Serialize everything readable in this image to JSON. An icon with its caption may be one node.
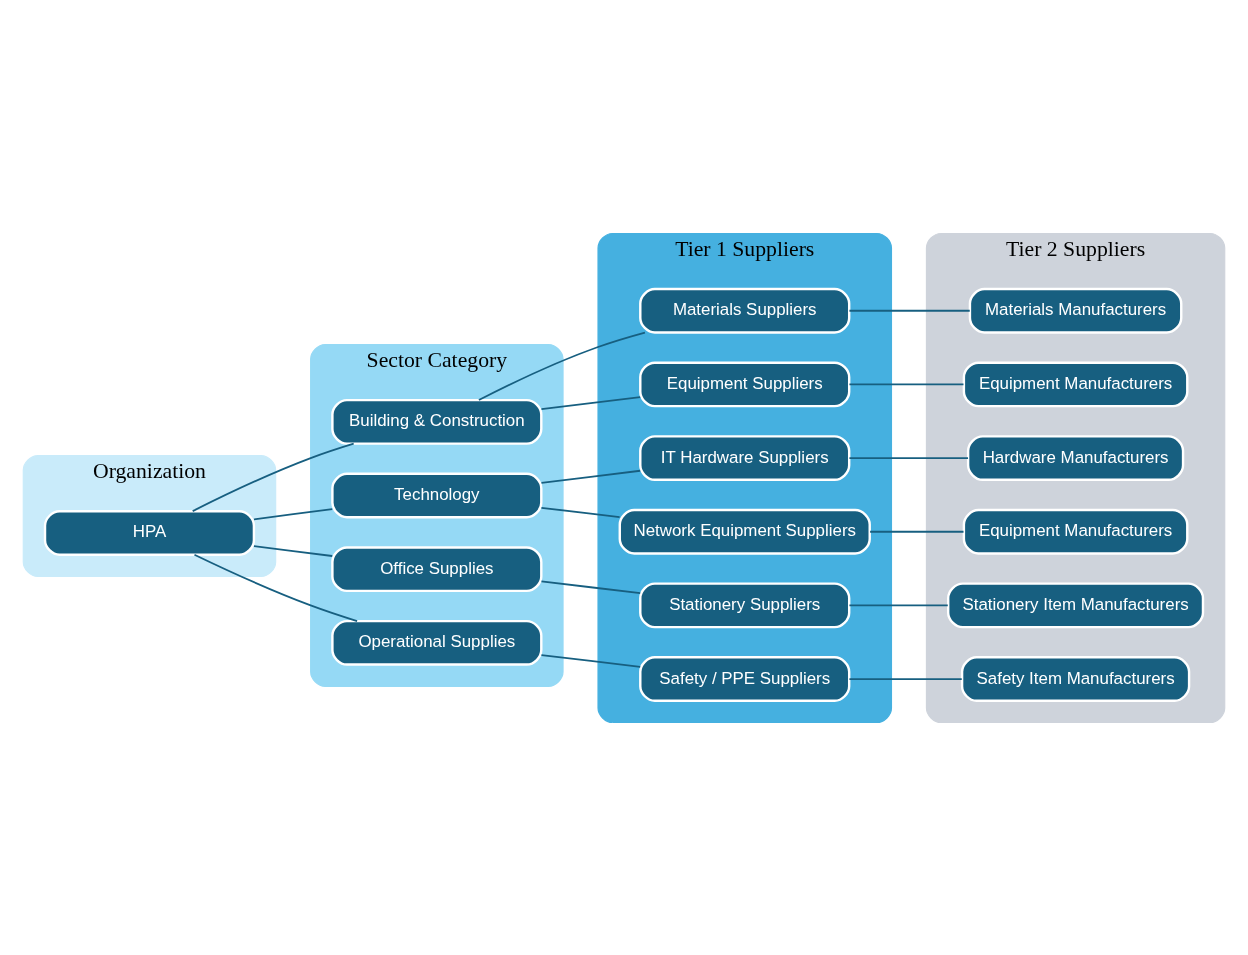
{
  "diagram": {
    "nodes": [
      {
        "text": [
          "Organization"
        ]
      },
      {
        "text": [
          "HPA"
        ],
        "in": 0
      },
      {
        "text": [
          "Sector Category"
        ]
      },
      {
        "text": [
          "Building & Construction"
        ],
        "in": 2
      },
      {
        "text": [
          "Technology"
        ],
        "in": 2
      },
      {
        "text": [
          "Office Supplies"
        ],
        "in": 2
      },
      {
        "text": [
          "Operational Supplies"
        ],
        "in": 2
      },
      {
        "text": [
          "Tier 1 Suppliers"
        ]
      },
      {
        "text": [
          "Materials Suppliers"
        ],
        "in": 7
      },
      {
        "text": [
          "Equipment Suppliers"
        ],
        "in": 7
      },
      {
        "text": [
          "IT Hardware Suppliers"
        ],
        "in": 7
      },
      {
        "text": [
          "Network Equipment Suppliers"
        ],
        "in": 7
      },
      {
        "text": [
          "Stationery Suppliers"
        ],
        "in": 7
      },
      {
        "text": [
          "Safety / PPE Suppliers"
        ],
        "in": 7
      },
      {
        "text": [
          "Tier 2 Suppliers"
        ]
      },
      {
        "text": [
          "Materials Manufacturers"
        ],
        "in": 14
      },
      {
        "text": [
          "Equipment Manufacturers"
        ],
        "in": 14
      },
      {
        "text": [
          "Hardware Manufacturers"
        ],
        "in": 14
      },
      {
        "text": [
          "Equipment Manufacturers"
        ],
        "in": 14
      },
      {
        "text": [
          "Stationery Item Manufacturers"
        ],
        "in": 14
      },
      {
        "text": [
          "Safety Item Manufacturers"
        ],
        "in": 14
      }
    ],
    "edges": [
      {
        "from": 1,
        "to": 3,
        "arrow": "none"
      },
      {
        "from": 1,
        "to": 4,
        "arrow": "none"
      },
      {
        "from": 1,
        "to": 5,
        "arrow": "none"
      },
      {
        "from": 1,
        "to": 6,
        "arrow": "none"
      },
      {
        "from": 3,
        "to": 8,
        "arrow": "none"
      },
      {
        "from": 3,
        "to": 9,
        "arrow": "none"
      },
      {
        "from": 4,
        "to": 10,
        "arrow": "none"
      },
      {
        "from": 4,
        "to": 11,
        "arrow": "none"
      },
      {
        "from": 5,
        "to": 12,
        "arrow": "none"
      },
      {
        "from": 6,
        "to": 13,
        "arrow": "none"
      },
      {
        "from": 8,
        "to": 15,
        "arrow": "none"
      },
      {
        "from": 9,
        "to": 16,
        "arrow": "none"
      },
      {
        "from": 10,
        "to": 17,
        "arrow": "none"
      },
      {
        "from": 11,
        "to": 18,
        "arrow": "none"
      },
      {
        "from": 12,
        "to": 19,
        "arrow": "none"
      },
      {
        "from": 13,
        "to": 20,
        "arrow": "none"
      }
    ]
  }
}
